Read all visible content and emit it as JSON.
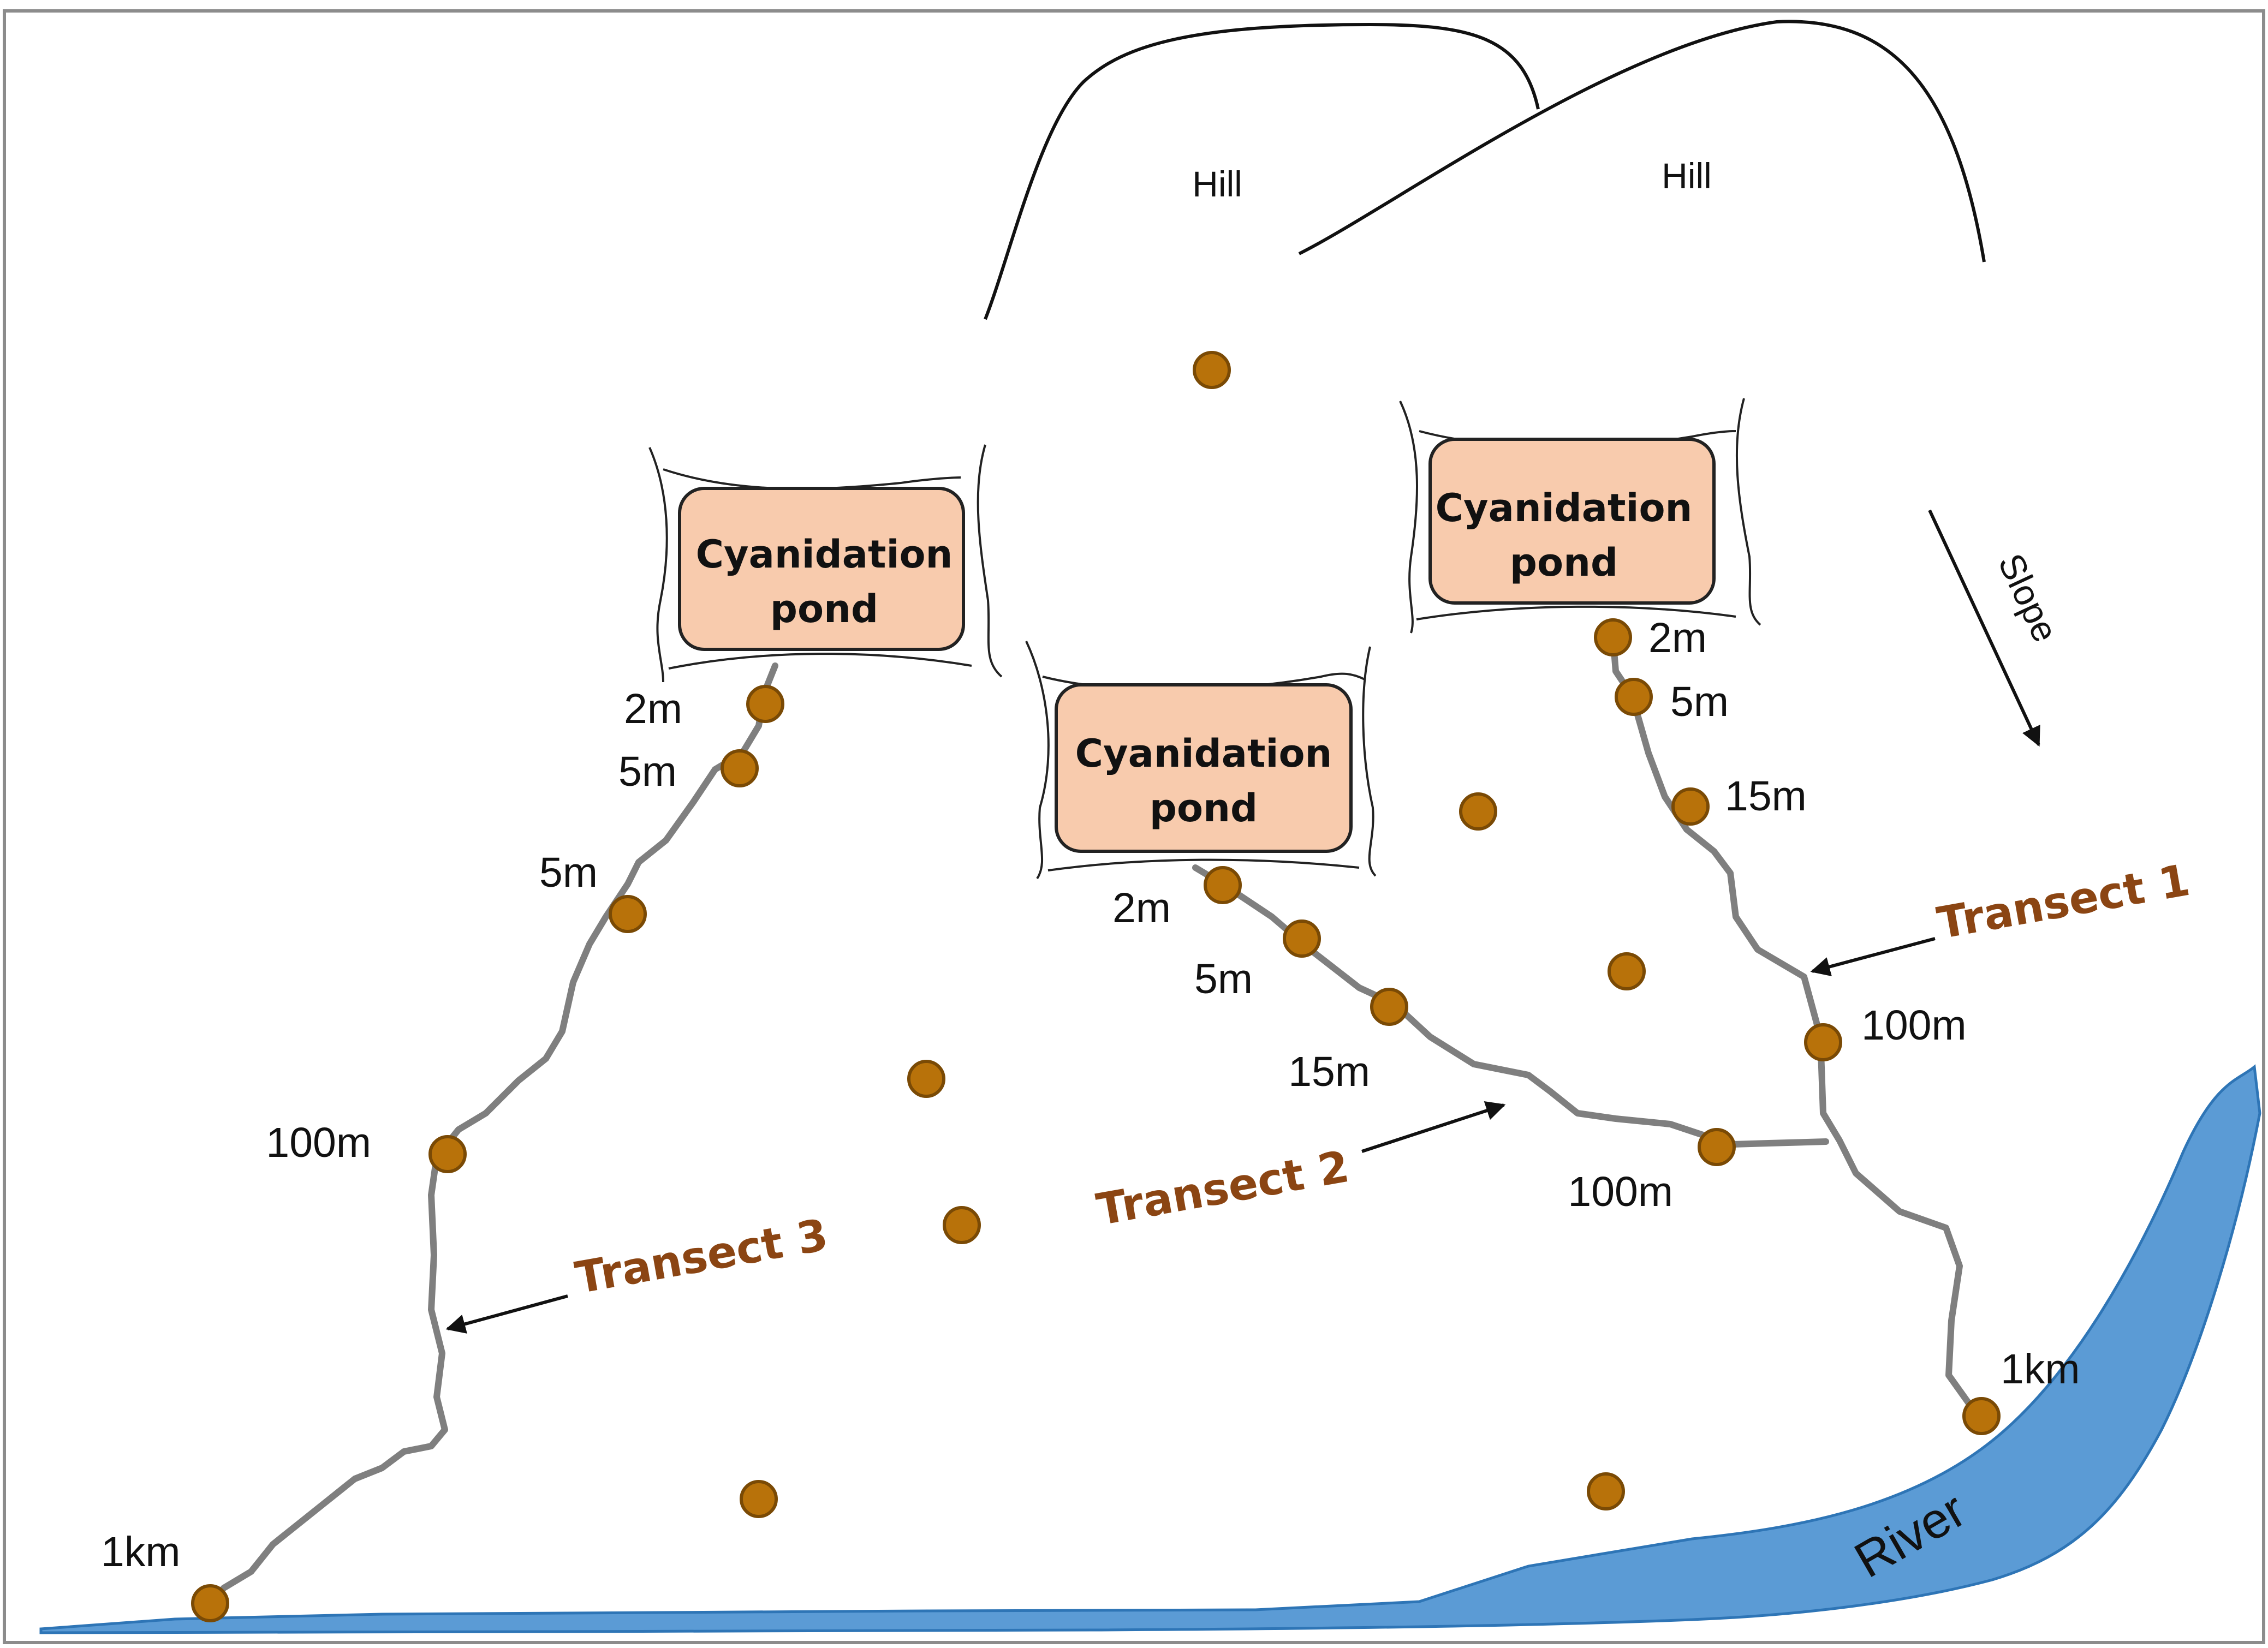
{
  "hills": [
    {
      "label": "Hill"
    },
    {
      "label": "Hill"
    }
  ],
  "ponds": [
    {
      "line1": "Cyanidation",
      "line2": "pond"
    },
    {
      "line1": "Cyanidation",
      "line2": "pond"
    },
    {
      "line1": "Cyanidation",
      "line2": "pond"
    }
  ],
  "slope": {
    "label": "Slope"
  },
  "river": {
    "label": "River"
  },
  "transects": [
    {
      "label": "Transect 1",
      "distances": [
        "2m",
        "5m",
        "15m",
        "100m",
        "1km"
      ]
    },
    {
      "label": "Transect 2",
      "distances": [
        "2m",
        "5m",
        "15m",
        "100m"
      ]
    },
    {
      "label": "Transect 3",
      "distances": [
        "2m",
        "5m",
        "5m",
        "100m",
        "1km"
      ]
    }
  ],
  "colors": {
    "sample_point": "#b8720a",
    "pond_fill": "#f8cbad",
    "river": "#5b9bd5",
    "transect_label": "#8b4513",
    "flow_path": "#7f7f7f"
  }
}
